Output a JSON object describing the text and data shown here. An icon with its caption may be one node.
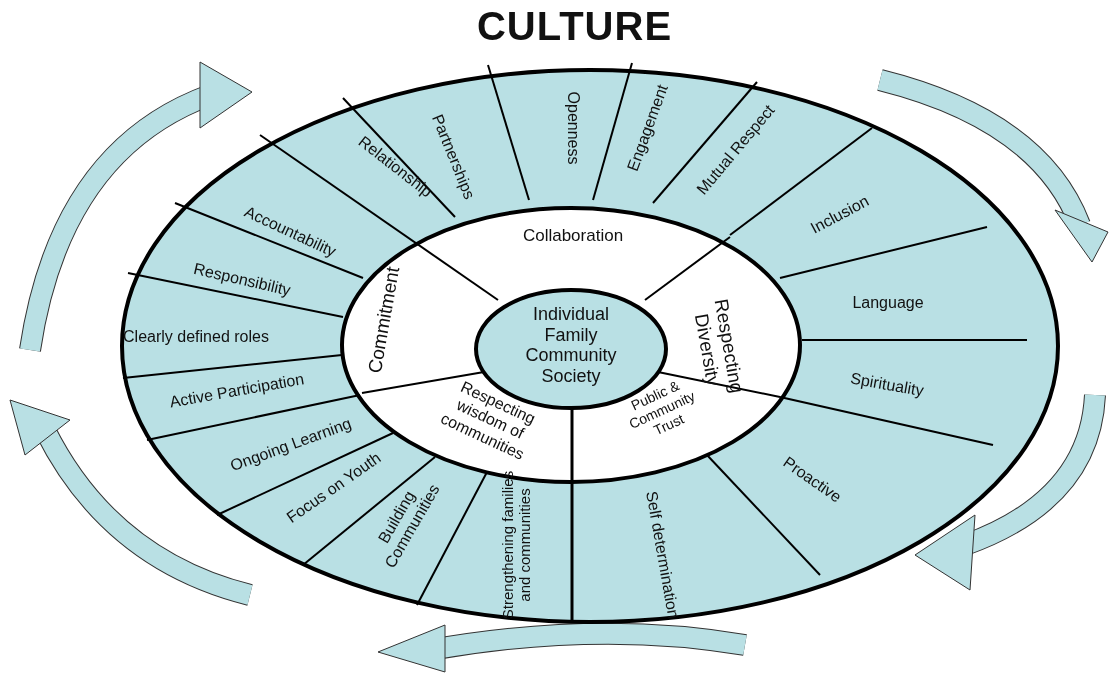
{
  "diagram": {
    "title": "CULTURE",
    "nodes": [
      {
        "text": [
          "Accountability"
        ]
      },
      {
        "text": [
          "Relationship"
        ]
      },
      {
        "text": [
          "Partnerships"
        ]
      },
      {
        "text": [
          "Openness"
        ]
      },
      {
        "text": [
          "Engagement"
        ]
      },
      {
        "text": [
          "Mutual Respect"
        ]
      },
      {
        "text": [
          "Inclusion"
        ]
      },
      {
        "text": [
          "Responsibility"
        ]
      },
      {
        "text": [
          "Collaboration"
        ]
      },
      {
        "text": [
          "Commitment"
        ]
      },
      {
        "text": [
          "Clearly defined roles"
        ]
      },
      {
        "text": [
          "Individual Family Community Society"
        ]
      },
      {
        "text": [
          "Respecting Diversity"
        ]
      },
      {
        "text": [
          "Language"
        ]
      },
      {
        "text": [
          "Active Participation"
        ]
      },
      {
        "text": [
          "Spirituality"
        ]
      },
      {
        "text": [
          "Public & Community Trust"
        ]
      },
      {
        "text": [
          "Respecting wisdom of communities"
        ]
      },
      {
        "text": [
          "Ongoing Learning"
        ]
      },
      {
        "text": [
          "Proactive"
        ]
      },
      {
        "text": [
          "Focus on Youth"
        ]
      },
      {
        "text": [
          "Building Communities"
        ]
      },
      {
        "text": [
          "Strengthening families and communities"
        ]
      },
      {
        "text": [
          "Self determination"
        ]
      }
    ]
  }
}
